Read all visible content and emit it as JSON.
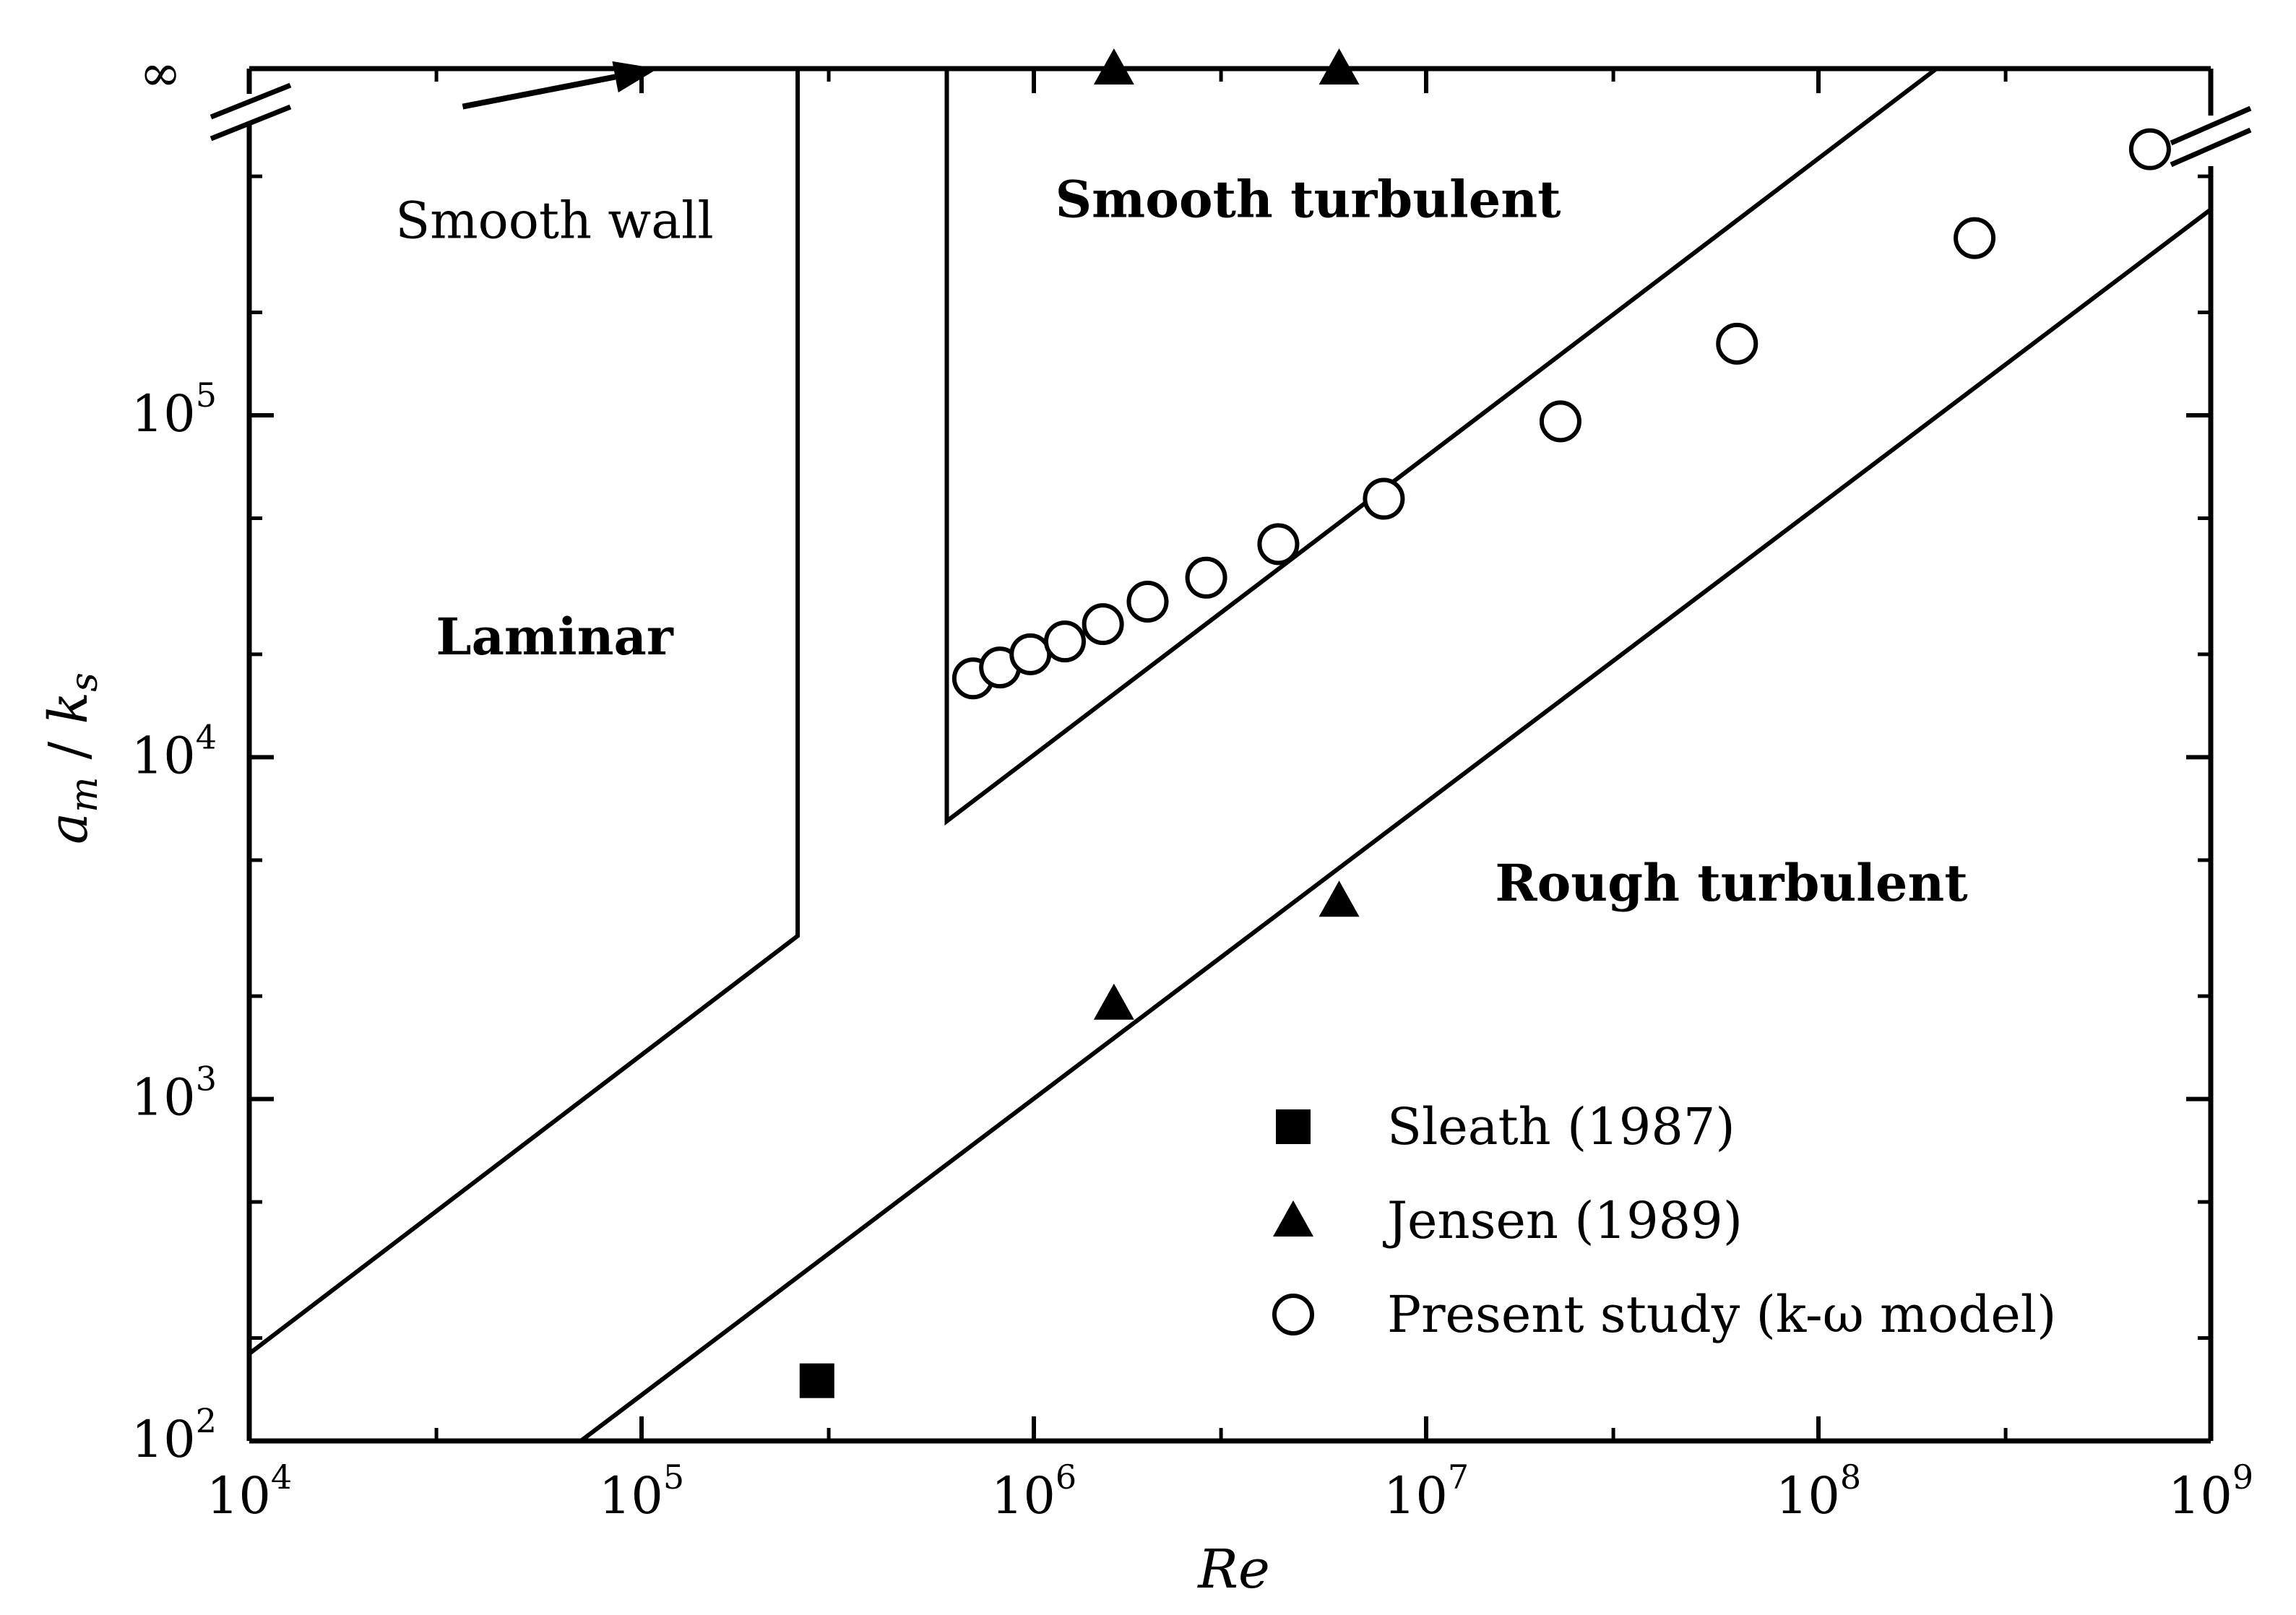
{
  "chart_data": {
    "type": "scatter",
    "xscale": "log",
    "yscale": "log",
    "xlim": [
      10000,
      1000000000
    ],
    "ylim": [
      100,
      1000000
    ],
    "xlabel": "Re",
    "ylabel_main": "a",
    "ylabel_sub_m": "m",
    "ylabel_slash": "/",
    "ylabel_k": "k",
    "ylabel_sub_s": "s",
    "infinity_label": "∞",
    "x_ticks": [
      {
        "value": 10000,
        "base": "10",
        "exp": "4"
      },
      {
        "value": 100000,
        "base": "10",
        "exp": "5"
      },
      {
        "value": 1000000,
        "base": "10",
        "exp": "6"
      },
      {
        "value": 10000000,
        "base": "10",
        "exp": "7"
      },
      {
        "value": 100000000,
        "base": "10",
        "exp": "8"
      },
      {
        "value": 1000000000,
        "base": "10",
        "exp": "9"
      }
    ],
    "y_ticks": [
      {
        "value": 100,
        "base": "10",
        "exp": "2"
      },
      {
        "value": 1000,
        "base": "10",
        "exp": "3"
      },
      {
        "value": 10000,
        "base": "10",
        "exp": "4"
      },
      {
        "value": 100000,
        "base": "10",
        "exp": "5"
      }
    ],
    "series": [
      {
        "name": "Sleath (1987)",
        "marker": "square",
        "points": [
          [
            280000,
            150
          ]
        ]
      },
      {
        "name": "Jensen (1989)",
        "marker": "triangle",
        "points": [
          [
            1600000,
            1900
          ],
          [
            6000000,
            3800
          ],
          [
            1600000,
            "inf"
          ],
          [
            6000000,
            "inf"
          ]
        ]
      },
      {
        "name": "Present study (k-ω model)",
        "marker": "circle-open",
        "points": [
          [
            700000,
            17000
          ],
          [
            820000,
            18300
          ],
          [
            980000,
            20000
          ],
          [
            1200000,
            21800
          ],
          [
            1500000,
            24500
          ],
          [
            1950000,
            28500
          ],
          [
            2750000,
            33500
          ],
          [
            4200000,
            42000
          ],
          [
            7800000,
            57000
          ],
          [
            22000000,
            96000
          ],
          [
            62000000,
            162000
          ],
          [
            250000000,
            330000
          ],
          [
            700000000,
            600000
          ]
        ]
      }
    ],
    "regions": [
      {
        "label": "Laminar",
        "x": 60000,
        "y": 20000
      },
      {
        "label": "Smooth turbulent",
        "x": 5000000,
        "y": 380000
      },
      {
        "label": "Rough turbulent",
        "x": 60000000,
        "y": 3800
      },
      {
        "label": "Smooth wall",
        "x": 60000,
        "y": 330000
      }
    ],
    "boundary_lines": [
      {
        "id": "laminar-lower",
        "points": [
          [
            10000,
            180
          ],
          [
            250000,
            3000
          ],
          [
            250000,
            "inf"
          ]
        ]
      },
      {
        "id": "smooth-turbulent",
        "points": [
          [
            600000,
            "inf"
          ],
          [
            600000,
            6500
          ],
          [
            200000000,
            "inf"
          ]
        ]
      },
      {
        "id": "rough-lower",
        "points": [
          [
            70000,
            100
          ],
          [
            1000000000,
            400000
          ]
        ]
      }
    ],
    "smooth_wall_arrow": {
      "from": [
        35000,
        800000
      ],
      "to": [
        110000,
        "inf"
      ]
    },
    "legend": {
      "position": "bottom-right"
    },
    "grid": false
  }
}
